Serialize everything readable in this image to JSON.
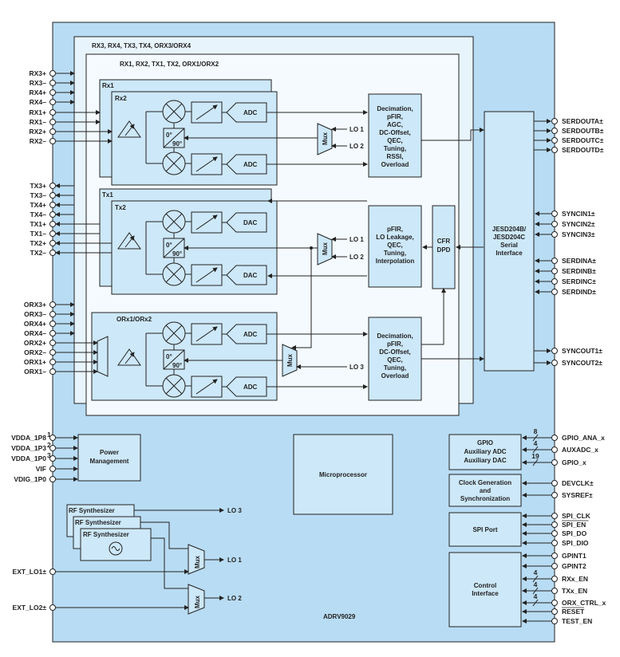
{
  "chip": {
    "name": "ADRV9029"
  },
  "frames": {
    "outer": "RX3, RX4, TX3, TX4, ORX3/ORX4",
    "inner": "RX1, RX2, TX1, TX2, ORX1/ORX2",
    "rx1": "Rx1",
    "rx2": "Rx2",
    "tx1": "Tx1",
    "tx2": "Tx2",
    "orx": "ORx1/ORx2"
  },
  "blocks": {
    "adc": "ADC",
    "dac": "DAC",
    "mux": "Mux",
    "phase0": "0°",
    "phase90": "90°",
    "lo1": "LO 1",
    "lo2": "LO 2",
    "lo3": "LO 3",
    "rx_dsp": [
      "Decimation,",
      "pFIR,",
      "AGC,",
      "DC-Offset,",
      "QEC,",
      "Tuning,",
      "RSSI,",
      "Overload"
    ],
    "tx_dsp": [
      "pFIR,",
      "LO Leakage,",
      "QEC,",
      "Tuning,",
      "Interpolation"
    ],
    "cfr": [
      "CFR",
      "DPD"
    ],
    "orx_dsp": [
      "Decimation,",
      "pFIR,",
      "DC-Offset,",
      "QEC,",
      "Tuning,",
      "Overload"
    ],
    "jesd": [
      "JESD204B/",
      "JESD204C",
      "Serial",
      "Interface"
    ],
    "power": [
      "Power",
      "Management"
    ],
    "micro": "Microprocessor",
    "gpio": [
      "GPIO",
      "Auxiliary ADC",
      "Auxiliary DAC"
    ],
    "clock": [
      "Clock Generation",
      "and",
      "Synchronization"
    ],
    "spi": "SPI Port",
    "control": [
      "Control",
      "Interface"
    ],
    "synth": "RF Synthesizer"
  },
  "pins": {
    "rx": [
      "RX3+",
      "RX3–",
      "RX4+",
      "RX4–",
      "RX1+",
      "RX1–",
      "RX2+",
      "RX2–"
    ],
    "tx": [
      "TX3+",
      "TX3–",
      "TX4+",
      "TX4–",
      "TX1+",
      "TX1–",
      "TX2+",
      "TX2–"
    ],
    "orx": [
      "ORX3+",
      "ORX3–",
      "ORX4+",
      "ORX4–",
      "ORX2+",
      "ORX2–",
      "ORX1+",
      "ORX1–"
    ],
    "power": [
      "VDDA_1P8",
      "VDDA_1P3",
      "VDDA_1P0",
      "VIF",
      "VDIG_1P0"
    ],
    "power_sup": [
      "1",
      "2",
      "3"
    ],
    "ext_lo": [
      "EXT_LO1±",
      "EXT_LO2±"
    ],
    "serdout": [
      "SERDOUTA±",
      "SERDOUTB±",
      "SERDOUTC±",
      "SERDOUTD±"
    ],
    "syncin": [
      "SYNCIN1±",
      "SYNCIN2±",
      "SYNCIN3±"
    ],
    "serdin": [
      "SERDINA±",
      "SERDINB±",
      "SERDINC±",
      "SERDIND±"
    ],
    "syncout": [
      "SYNCOUT1±",
      "SYNCOUT2±"
    ],
    "gpio": [
      "GPIO_ANA_x",
      "AUXADC_x",
      "GPIO_x"
    ],
    "bus_widths": [
      "8",
      "4",
      "19"
    ],
    "clock": [
      "DEVCLK±",
      "SYSREF±"
    ],
    "spi": [
      "SPI_CLK",
      "SPI_EN",
      "SPI_DO",
      "SPI_DIO"
    ],
    "control": [
      "GPINT1",
      "GPINT2",
      "RXx_EN",
      "TXx_EN",
      "ORX_CTRL_x",
      "RESET",
      "TEST_EN"
    ],
    "control_widths": [
      "4",
      "4",
      "4"
    ]
  },
  "colors": {
    "chip": "#b8dcf3",
    "frame": "#e8f4fc",
    "block": "#cde8f8",
    "line": "#222222"
  }
}
